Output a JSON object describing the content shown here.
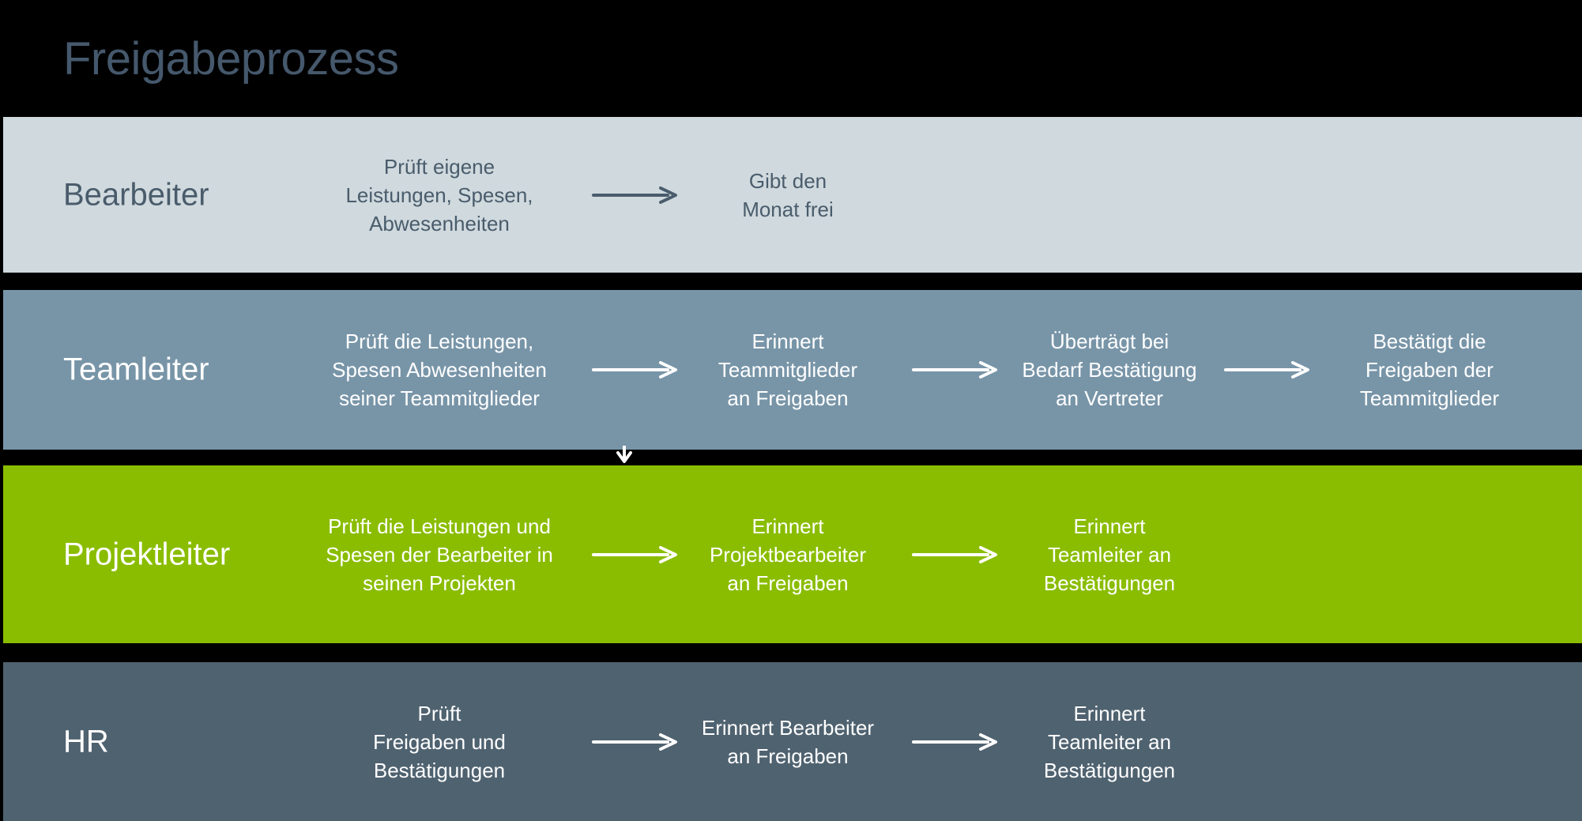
{
  "title": "Freigabeprozess",
  "colors": {
    "page_background": "#000000",
    "title_text": "#45586c",
    "lane_bearbeiter_bg": "#cfd9de",
    "lane_bearbeiter_text": "#4a5c6b",
    "lane_teamleiter_bg": "#7895a8",
    "lane_projektleiter_bg": "#8abd00",
    "lane_hr_bg": "#4f6270",
    "light_text": "#ffffff"
  },
  "connector": {
    "icon": "down-arrow-icon",
    "description": "flow continues from Teamleiter lane down into Projektleiter lane"
  },
  "lanes": [
    {
      "label": "Bearbeiter",
      "bg": "#cfd9de",
      "fg": "#4a5c6b",
      "steps": [
        "Prüft eigene\nLeistungen, Spesen,\nAbwesenheiten",
        "Gibt den\nMonat frei"
      ]
    },
    {
      "label": "Teamleiter",
      "bg": "#7895a8",
      "fg": "#ffffff",
      "steps": [
        "Prüft die Leistungen,\nSpesen Abwesenheiten\nseiner Teammitglieder",
        "Erinnert\nTeammitglieder\nan Freigaben",
        "Überträgt bei\nBedarf Bestätigung\nan Vertreter",
        "Bestätigt die\nFreigaben der\nTeammitglieder"
      ]
    },
    {
      "label": "Projektleiter",
      "bg": "#8abd00",
      "fg": "#ffffff",
      "steps": [
        "Prüft die Leistungen und\nSpesen der Bearbeiter in\nseinen Projekten",
        "Erinnert\nProjektbearbeiter\nan Freigaben",
        "Erinnert\nTeamleiter an\nBestätigungen"
      ]
    },
    {
      "label": "HR",
      "bg": "#4f6270",
      "fg": "#ffffff",
      "steps": [
        "Prüft\nFreigaben und\nBestätigungen",
        "Erinnert Bearbeiter\nan Freigaben",
        "Erinnert\nTeamleiter an\nBestätigungen"
      ]
    }
  ]
}
